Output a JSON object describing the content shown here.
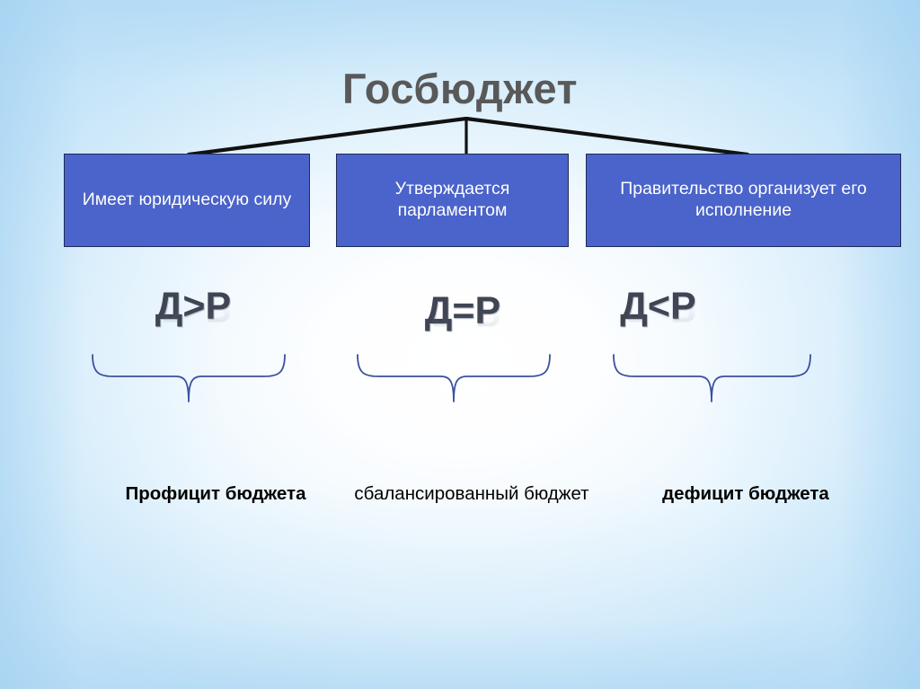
{
  "slide": {
    "title": "Госбюджет",
    "background": {
      "center_color": "#ffffff",
      "edge_color": "#abd7f4"
    },
    "colors": {
      "box_fill": "#4b64cc",
      "box_border": "#1f2a54",
      "box_text": "#ffffff",
      "title_text": "#595959",
      "formula_text": "#404553",
      "brace_stroke": "#3b4f9e",
      "caption_text": "#000000"
    }
  },
  "boxes": [
    {
      "id": "box-legal-force",
      "text": "Имеет юридическую силу"
    },
    {
      "id": "box-approved-parliament",
      "text": "Утверждается парламентом"
    },
    {
      "id": "box-government-executes",
      "text": "Правительство организует его исполнение"
    }
  ],
  "formulas": [
    {
      "id": "formula-surplus",
      "text": "Д>Р"
    },
    {
      "id": "formula-balanced",
      "text": "Д=Р"
    },
    {
      "id": "formula-deficit",
      "text": "Д<Р"
    }
  ],
  "captions": [
    {
      "id": "caption-surplus",
      "text": "Профицит бюджета",
      "weight": "bold"
    },
    {
      "id": "caption-balanced",
      "text": "сбалансированный бюджет",
      "weight": "regular"
    },
    {
      "id": "caption-deficit",
      "text": "дефицит бюджета",
      "weight": "bold"
    }
  ],
  "icons": {
    "connector": "chevron-connector-icon",
    "brace": "curly-brace-down-icon"
  }
}
